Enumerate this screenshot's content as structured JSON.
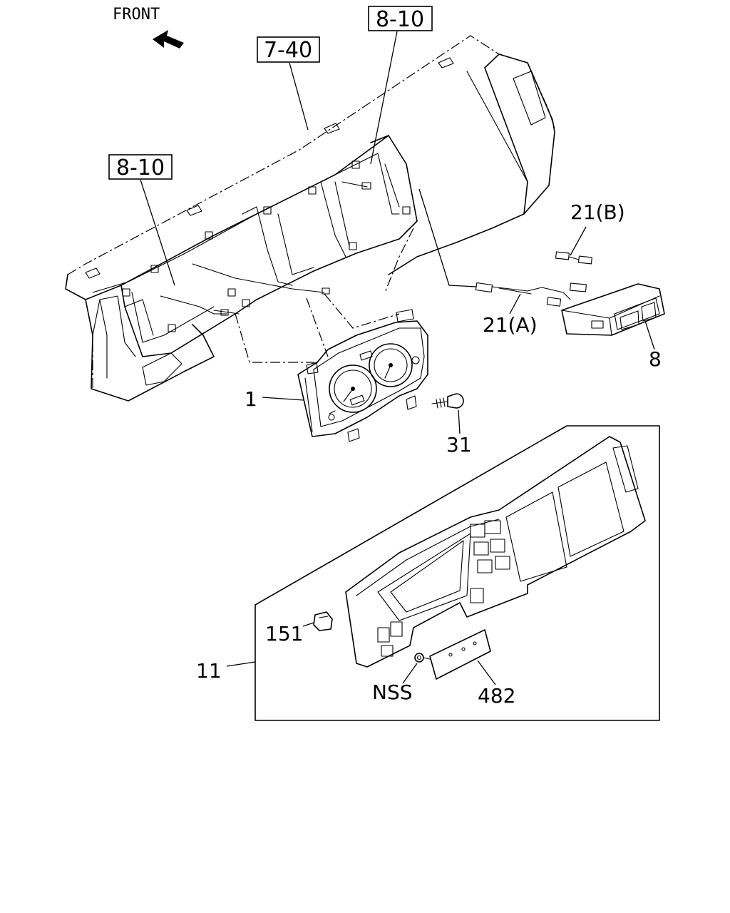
{
  "direction_label": "FRONT",
  "reference_boxes": {
    "ref_7_40": "7-40",
    "ref_8_10_top": "8-10",
    "ref_8_10_left": "8-10"
  },
  "callouts": {
    "part_1": "1",
    "part_8": "8",
    "part_11": "11",
    "part_21a": "21(A)",
    "part_21b": "21(B)",
    "part_31": "31",
    "part_151": "151",
    "part_482": "482",
    "nss": "NSS"
  },
  "icons": [
    "front-arrow-icon"
  ]
}
